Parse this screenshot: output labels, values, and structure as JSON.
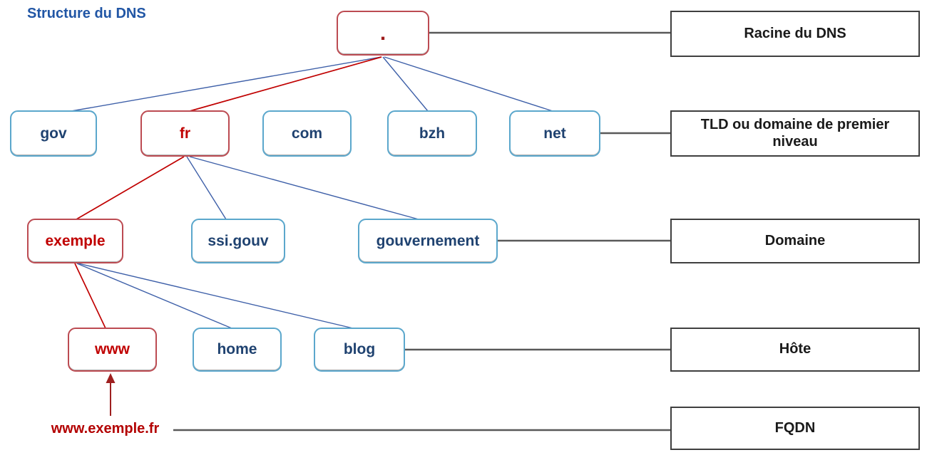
{
  "title": "Structure du DNS",
  "nodes": {
    "root": ".",
    "gov": "gov",
    "fr": "fr",
    "com": "com",
    "bzh": "bzh",
    "net": "net",
    "exemple": "exemple",
    "ssigouv": "ssi.gouv",
    "gouvernement": "gouvernement",
    "www": "www",
    "home": "home",
    "blog": "blog"
  },
  "level_labels": {
    "racine": "Racine du DNS",
    "tld": "TLD ou domaine de premier niveau",
    "domaine": "Domaine",
    "hote": "Hôte",
    "fqdn": "FQDN"
  },
  "fqdn_text": "www.exemple.fr",
  "highlighted_path": [
    "root",
    "fr",
    "exemple",
    "www",
    "www.exemple.fr"
  ],
  "colors": {
    "title_text": "#2156A5",
    "node_border_blue": "#5BA7CC",
    "node_text_blue": "#1F4270",
    "node_border_red": "#BC4B52",
    "node_text_red": "#C00000",
    "label_border": "#3F3F3F",
    "label_text": "#1A1A1A",
    "edge_blue": "#3D5FA8",
    "edge_red": "#C00000",
    "connector_gray": "#595959",
    "arrow_red": "#9E1F1F"
  }
}
